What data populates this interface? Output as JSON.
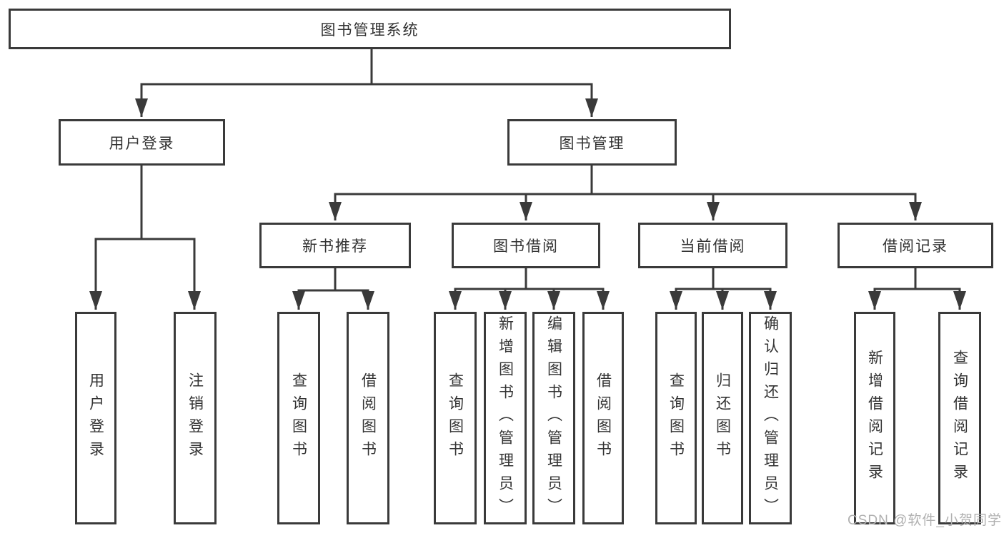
{
  "diagram": {
    "root": {
      "label": "图书管理系统"
    },
    "branches": [
      {
        "label": "用户登录",
        "children": [
          {
            "label": "用户登录"
          },
          {
            "label": "注销登录"
          }
        ]
      },
      {
        "label": "图书管理",
        "children": [
          {
            "label": "新书推荐",
            "children": [
              {
                "label": "查询图书"
              },
              {
                "label": "借阅图书"
              }
            ]
          },
          {
            "label": "图书借阅",
            "children": [
              {
                "label": "查询图书"
              },
              {
                "label": "新增图书（管理员）"
              },
              {
                "label": "编辑图书（管理员）"
              },
              {
                "label": "借阅图书"
              }
            ]
          },
          {
            "label": "当前借阅",
            "children": [
              {
                "label": "查询图书"
              },
              {
                "label": "归还图书"
              },
              {
                "label": "确认归还（管理员）"
              }
            ]
          },
          {
            "label": "借阅记录",
            "children": [
              {
                "label": "新增借阅记录"
              },
              {
                "label": "查询借阅记录"
              }
            ]
          }
        ]
      }
    ]
  },
  "watermark": {
    "text": "CSDN @软件_小贺同学"
  },
  "colors": {
    "line": "#3a3a3a",
    "text": "#333333",
    "box_background": "#ffffff",
    "watermark": "#b0b0b0",
    "background": "#ffffff"
  }
}
